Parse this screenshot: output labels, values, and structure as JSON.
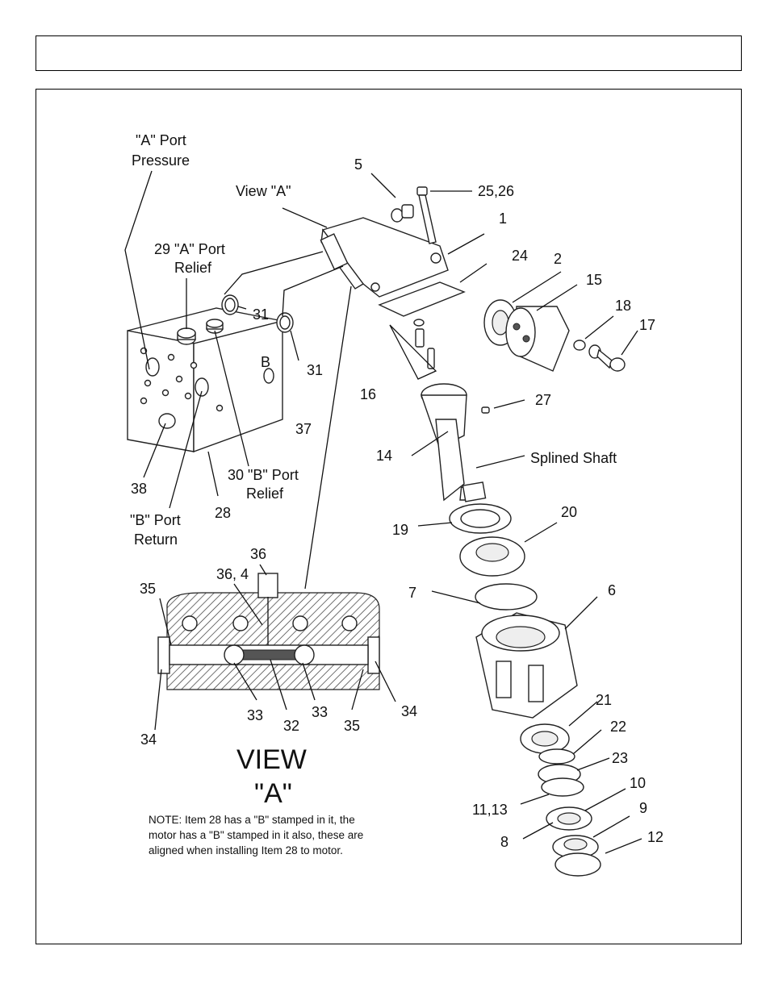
{
  "header": {
    "title": ""
  },
  "view_title": {
    "line1": "VIEW",
    "line2": "\"A\""
  },
  "note": {
    "line1": "NOTE: Item 28 has a \"B\" stamped in it, the",
    "line2": "motor has a \"B\" stamped in it also, these are",
    "line3": "aligned when installing Item 28 to motor."
  },
  "callouts": {
    "a_port_pressure_1": "\"A\" Port",
    "a_port_pressure_2": "Pressure",
    "view_a": "View \"A\"",
    "c29_1": "29 \"A\" Port",
    "c29_2": "Relief",
    "c30_1": "30 \"B\" Port",
    "c30_2": "Relief",
    "b_port_return_1": "\"B\" Port",
    "b_port_return_2": "Return",
    "b_mark": "B",
    "splined_shaft": "Splined Shaft",
    "c1": "1",
    "c2": "2",
    "c5": "5",
    "c6": "6",
    "c7": "7",
    "c8": "8",
    "c9": "9",
    "c10": "10",
    "c11_13": "11,13",
    "c12": "12",
    "c14": "14",
    "c15": "15",
    "c16": "16",
    "c17": "17",
    "c18": "18",
    "c19": "19",
    "c20": "20",
    "c21": "21",
    "c22": "22",
    "c23": "23",
    "c24": "24",
    "c25_26": "25,26",
    "c27": "27",
    "c28": "28",
    "c31a": "31",
    "c31b": "31",
    "c32": "32",
    "c33a": "33",
    "c33b": "33",
    "c34a": "34",
    "c34b": "34",
    "c35a": "35",
    "c35b": "35",
    "c36": "36",
    "c36_4": "36, 4",
    "c37": "37",
    "c38": "38"
  }
}
